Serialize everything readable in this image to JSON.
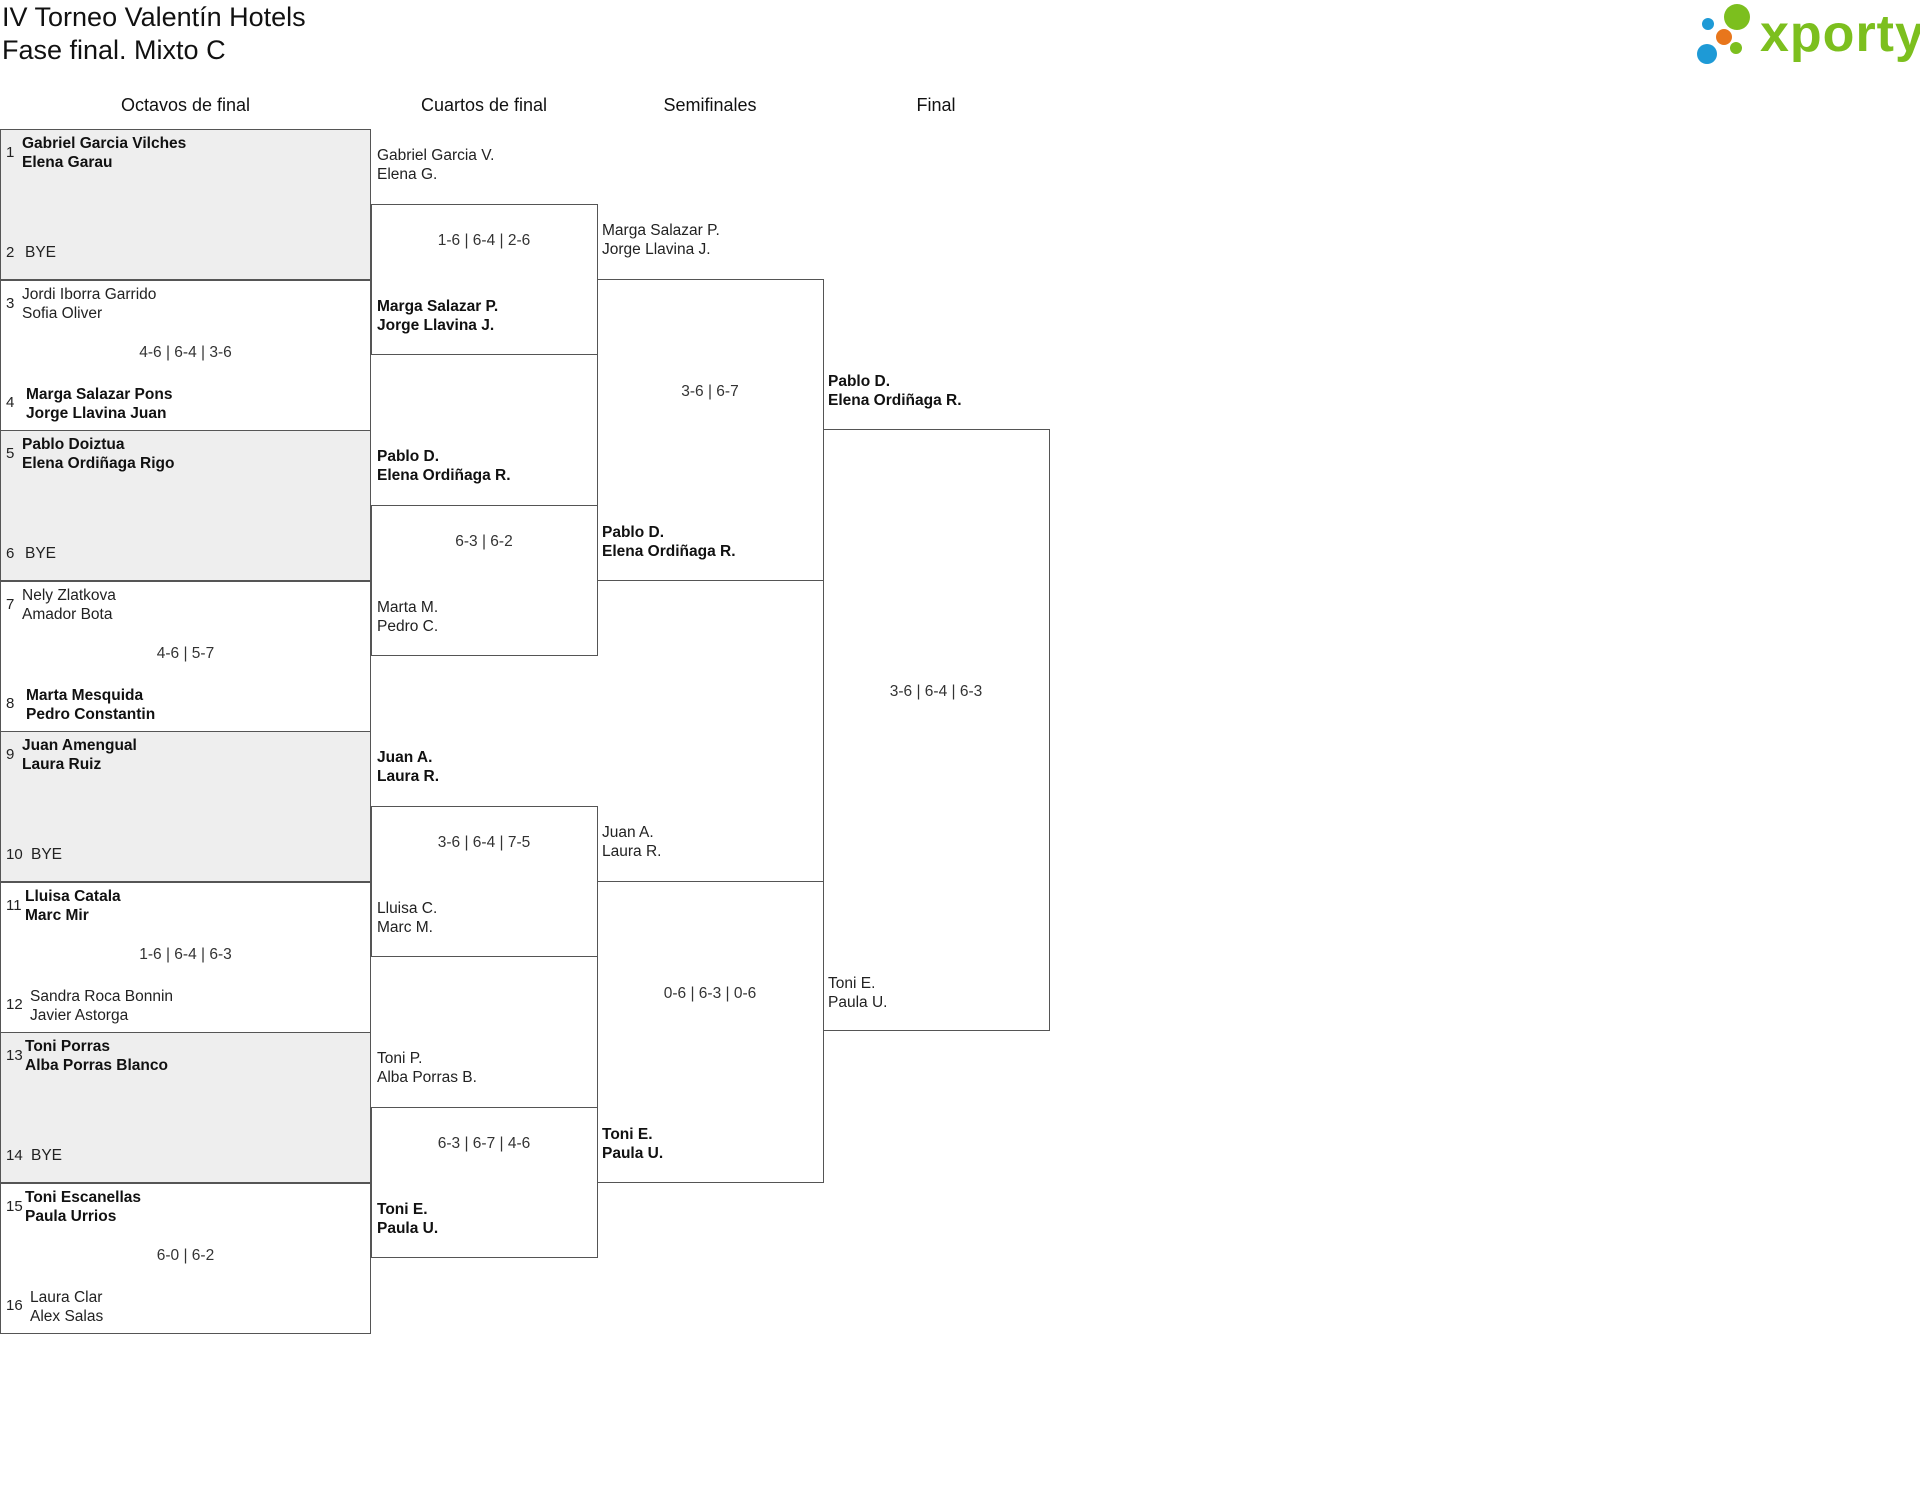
{
  "header": {
    "title": "IV Torneo Valentín Hotels",
    "subtitle": "Fase final. Mixto C"
  },
  "logo": {
    "text": "xporty",
    "colors": [
      "#7cbf1e",
      "#e8761c",
      "#1e9ad6"
    ]
  },
  "rounds": [
    "Octavos de final",
    "Cuartos de final",
    "Semifinales",
    "Final"
  ],
  "octavos": [
    {
      "a": {
        "seed": "1",
        "players": [
          "Gabriel Garcia Vilches",
          "Elena Garau"
        ],
        "winner": true
      },
      "b": {
        "seed": "2",
        "players": [
          "BYE"
        ],
        "winner": false
      },
      "score": "",
      "bye": true
    },
    {
      "a": {
        "seed": "3",
        "players": [
          "Jordi Iborra Garrido",
          "Sofia Oliver"
        ],
        "winner": false
      },
      "b": {
        "seed": "4",
        "players": [
          "Marga Salazar Pons",
          "Jorge Llavina Juan"
        ],
        "winner": true
      },
      "score": "4-6 | 6-4 | 3-6",
      "bye": false
    },
    {
      "a": {
        "seed": "5",
        "players": [
          "Pablo Doiztua",
          "Elena Ordiñaga Rigo"
        ],
        "winner": true
      },
      "b": {
        "seed": "6",
        "players": [
          "BYE"
        ],
        "winner": false
      },
      "score": "",
      "bye": true
    },
    {
      "a": {
        "seed": "7",
        "players": [
          "Nely Zlatkova",
          "Amador Bota"
        ],
        "winner": false
      },
      "b": {
        "seed": "8",
        "players": [
          "Marta Mesquida",
          "Pedro Constantin"
        ],
        "winner": true
      },
      "score": "4-6 | 5-7",
      "bye": false
    },
    {
      "a": {
        "seed": "9",
        "players": [
          "Juan Amengual",
          "Laura Ruiz"
        ],
        "winner": true
      },
      "b": {
        "seed": "10",
        "players": [
          "BYE"
        ],
        "winner": false
      },
      "score": "",
      "bye": true
    },
    {
      "a": {
        "seed": "11",
        "players": [
          "Lluisa Catala",
          "Marc Mir"
        ],
        "winner": true
      },
      "b": {
        "seed": "12",
        "players": [
          "Sandra Roca Bonnin",
          "Javier Astorga"
        ],
        "winner": false
      },
      "score": "1-6 | 6-4 | 6-3",
      "bye": false
    },
    {
      "a": {
        "seed": "13",
        "players": [
          "Toni Porras",
          "Alba Porras Blanco"
        ],
        "winner": true
      },
      "b": {
        "seed": "14",
        "players": [
          "BYE"
        ],
        "winner": false
      },
      "score": "",
      "bye": true
    },
    {
      "a": {
        "seed": "15",
        "players": [
          "Toni Escanellas",
          "Paula Urrios"
        ],
        "winner": true
      },
      "b": {
        "seed": "16",
        "players": [
          "Laura Clar",
          "Alex Salas"
        ],
        "winner": false
      },
      "score": "6-0 | 6-2",
      "bye": false
    }
  ],
  "cuartos": [
    {
      "a": {
        "players": [
          "Gabriel Garcia V.",
          "Elena G."
        ],
        "winner": false
      },
      "b": {
        "players": [
          "Marga Salazar P.",
          "Jorge Llavina J."
        ],
        "winner": true
      },
      "score": "1-6 | 6-4 | 2-6"
    },
    {
      "a": {
        "players": [
          "Pablo D.",
          "Elena Ordiñaga R."
        ],
        "winner": true
      },
      "b": {
        "players": [
          "Marta M.",
          "Pedro C."
        ],
        "winner": false
      },
      "score": "6-3 | 6-2"
    },
    {
      "a": {
        "players": [
          "Juan A.",
          "Laura R."
        ],
        "winner": true
      },
      "b": {
        "players": [
          "Lluisa C.",
          "Marc M."
        ],
        "winner": false
      },
      "score": "3-6 | 6-4 | 7-5"
    },
    {
      "a": {
        "players": [
          "Toni P.",
          "Alba Porras B."
        ],
        "winner": false
      },
      "b": {
        "players": [
          "Toni E.",
          "Paula U."
        ],
        "winner": true
      },
      "score": "6-3 | 6-7 | 4-6"
    }
  ],
  "semifinales": [
    {
      "a": {
        "players": [
          "Marga Salazar P.",
          "Jorge Llavina J."
        ],
        "winner": false
      },
      "b": {
        "players": [
          "Pablo D.",
          "Elena Ordiñaga R."
        ],
        "winner": true
      },
      "score": "3-6 | 6-7"
    },
    {
      "a": {
        "players": [
          "Juan A.",
          "Laura R."
        ],
        "winner": false
      },
      "b": {
        "players": [
          "Toni E.",
          "Paula U."
        ],
        "winner": true
      },
      "score": "0-6 | 6-3 | 0-6"
    }
  ],
  "final": {
    "a": {
      "players": [
        "Pablo D.",
        "Elena Ordiñaga R."
      ],
      "winner": true
    },
    "b": {
      "players": [
        "Toni E.",
        "Paula U."
      ],
      "winner": false
    },
    "score": "3-6 | 6-4 | 6-3"
  }
}
